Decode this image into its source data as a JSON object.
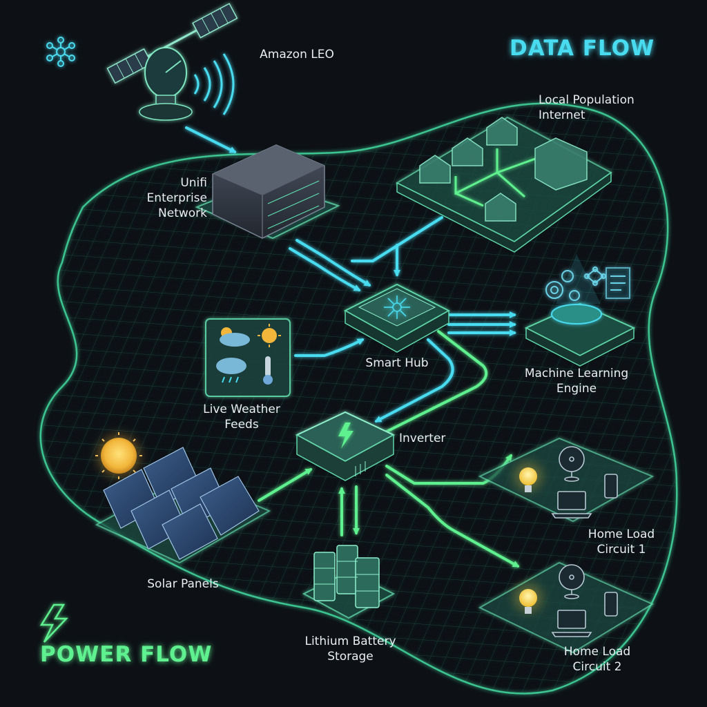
{
  "legend": {
    "data_flow": "DATA FLOW",
    "power_flow": "POWER FLOW",
    "data_color": "#49dcf0",
    "power_color": "#5ff08f"
  },
  "nodes": {
    "satellite": {
      "label": "Amazon LEO",
      "icon": "satellite-icon"
    },
    "network": {
      "label_lines": [
        "Unifi",
        "Enterprise",
        "Network"
      ],
      "icon": "server-rack-icon"
    },
    "population": {
      "label_lines": [
        "Local Population",
        "Internet"
      ],
      "icon": "houses-network-icon"
    },
    "hub": {
      "label": "Smart Hub",
      "icon": "hub-icon"
    },
    "ml": {
      "label_lines": [
        "Machine Learning",
        "Engine"
      ],
      "icon": "gears-neural-icon"
    },
    "weather": {
      "label_lines": [
        "Live Weather",
        "Feeds"
      ],
      "icon": "weather-icon"
    },
    "inverter": {
      "label": "Inverter",
      "icon": "lightning-icon"
    },
    "solar": {
      "label": "Solar Panels",
      "icon": "solar-panel-icon"
    },
    "battery": {
      "label_lines": [
        "Lithium Battery",
        "Storage"
      ],
      "icon": "battery-icon"
    },
    "load1": {
      "label_lines": [
        "Home Load",
        "Circuit 1"
      ],
      "icon": "appliances-icon"
    },
    "load2": {
      "label_lines": [
        "Home Load",
        "Circuit 2"
      ],
      "icon": "appliances-icon"
    }
  },
  "colors": {
    "background": "#0d1116",
    "mesh": "#2a6b57",
    "platform": "#5fd6a8"
  }
}
